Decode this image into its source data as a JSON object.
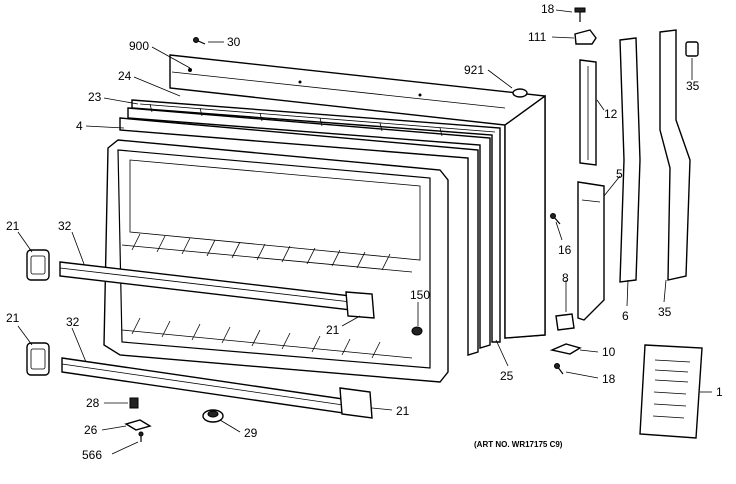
{
  "callouts": {
    "c18a": "18",
    "c111": "111",
    "c30": "30",
    "c900": "900",
    "c921": "921",
    "c35a": "35",
    "c24": "24",
    "c12": "12",
    "c23": "23",
    "c4": "4",
    "c5": "5",
    "c21a": "21",
    "c32a": "32",
    "c16": "16",
    "c8": "8",
    "c150": "150",
    "c21b": "21",
    "c21c": "21",
    "c6": "6",
    "c35b": "35",
    "c32b": "32",
    "c10": "10",
    "c25": "25",
    "c18b": "18",
    "c1": "1",
    "c28": "28",
    "c21d": "21",
    "c26": "26",
    "c29": "29",
    "c566": "566"
  },
  "art_number": "(ART NO. WR17175 C9)"
}
